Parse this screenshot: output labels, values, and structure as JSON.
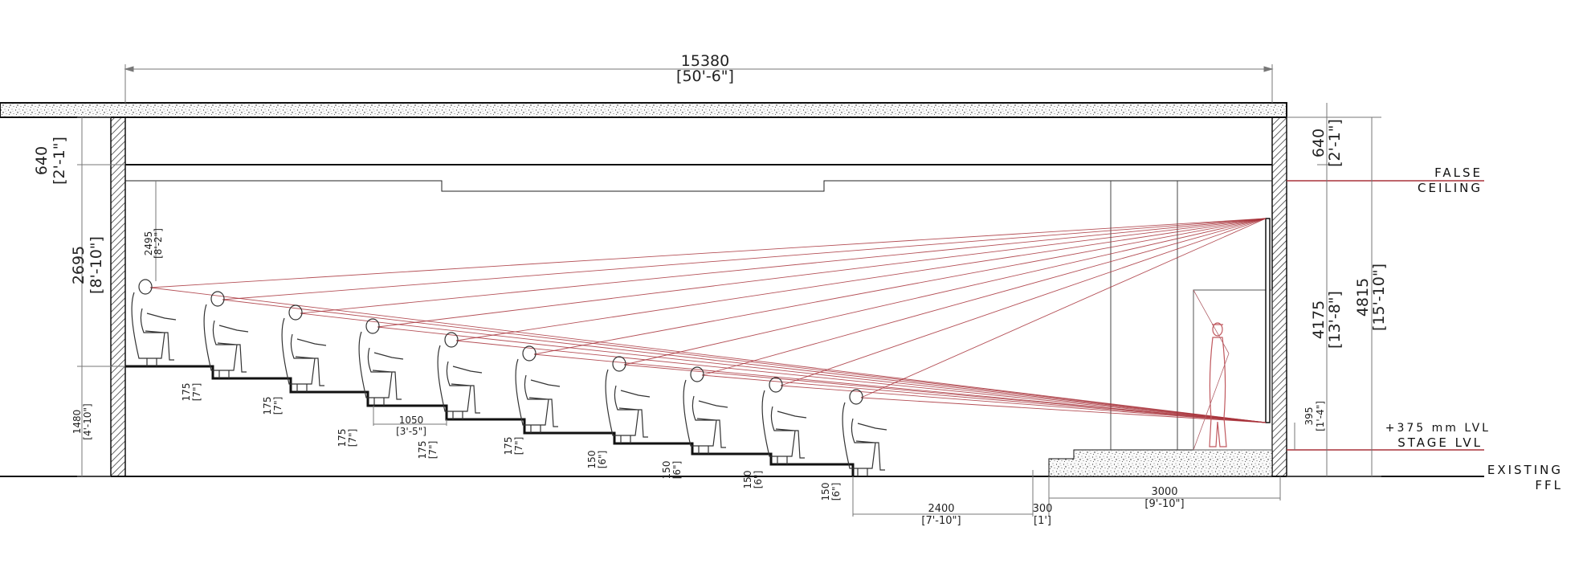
{
  "dimensions": {
    "total_length": {
      "mm": "15380",
      "imp": "[50'-6\"]"
    },
    "left_plenum": {
      "mm": "640",
      "imp": "[2'-1\"]"
    },
    "left_ceiling_height": {
      "mm": "2695",
      "imp": "[8'-10\"]"
    },
    "top_row_clearance": {
      "mm": "2495",
      "imp": "[8'-2\"]"
    },
    "rear_riser_height": {
      "mm": "1480",
      "imp": "[4'-10\"]"
    },
    "right_plenum": {
      "mm": "640",
      "imp": "[2'-1\"]"
    },
    "screen_clear_height": {
      "mm": "4175",
      "imp": "[13'-8\"]"
    },
    "overall_height": {
      "mm": "4815",
      "imp": "[15'-10\"]"
    },
    "screen_sill": {
      "mm": "395",
      "imp": "[1'-4\"]"
    },
    "tread_depth": {
      "mm": "1050",
      "imp": "[3'-5\"]"
    },
    "front_clearance": {
      "mm": "2400",
      "imp": "[7'-10\"]"
    },
    "stage_step": {
      "mm": "300",
      "imp": "[1']"
    },
    "stage_depth": {
      "mm": "3000",
      "imp": "[9'-10\"]"
    }
  },
  "risers": [
    {
      "mm": "175",
      "imp": "[7\"]"
    },
    {
      "mm": "175",
      "imp": "[7\"]"
    },
    {
      "mm": "175",
      "imp": "[7\"]"
    },
    {
      "mm": "175",
      "imp": "[7\"]"
    },
    {
      "mm": "175",
      "imp": "[7\"]"
    },
    {
      "mm": "150",
      "imp": "[6\"]"
    },
    {
      "mm": "150",
      "imp": "[6\"]"
    },
    {
      "mm": "150",
      "imp": "[6\"]"
    },
    {
      "mm": "150",
      "imp": "[6\"]"
    }
  ],
  "labels": {
    "false_ceiling_1": "FALSE",
    "false_ceiling_2": "CEILING",
    "stage_lvl_1": "+375 mm LVL",
    "stage_lvl_2": "STAGE LVL",
    "ffl_1": "EXISTING",
    "ffl_2": "FFL"
  },
  "colors": {
    "sightline": "#a8323a",
    "line": "#111111",
    "dimension": "#777777"
  },
  "seat_count": 10
}
